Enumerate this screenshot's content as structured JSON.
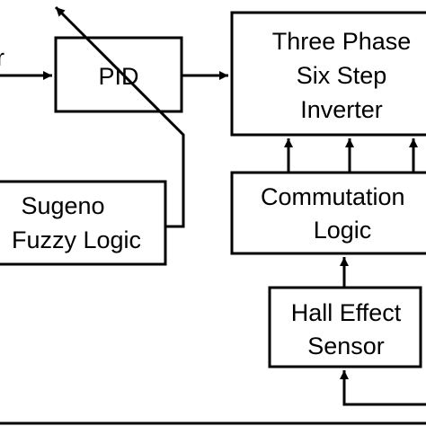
{
  "diagram": {
    "input_label": "r",
    "pid": {
      "label": "PID"
    },
    "inverter": {
      "line1": "Three Phase",
      "line2": "Six Step",
      "line3": "Inverter"
    },
    "commutation": {
      "line1": "Commutation",
      "line2": "Logic"
    },
    "hall": {
      "line1": "Hall Effect",
      "line2": "Sensor"
    },
    "fuzzy": {
      "line1": "Sugeno",
      "line2": "Fuzzy Logic"
    }
  },
  "colors": {
    "line": "#000000",
    "background": "#ffffff"
  }
}
